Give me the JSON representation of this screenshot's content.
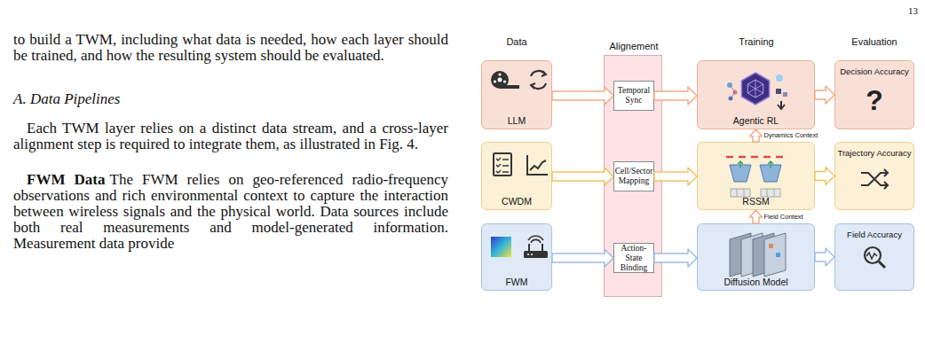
{
  "diagram": {
    "nodes": [
      {
        "text": [
          "LLM"
        ]
      },
      {
        "text": [
          "CWDM"
        ]
      },
      {
        "text": [
          "FWM"
        ]
      },
      {
        "text": [
          "Alignement"
        ]
      },
      {
        "text": [
          "Temporal Sync"
        ],
        "in": 3
      },
      {
        "text": [
          "Cell/Sector Mapping"
        ],
        "in": 3
      },
      {
        "text": [
          "Action-State Binding"
        ],
        "in": 3
      },
      {
        "text": [
          "Agentic RL"
        ]
      },
      {
        "text": [
          "RSSM"
        ]
      },
      {
        "text": [
          "Diffusion Model"
        ]
      },
      {
        "text": [
          "Decision Accuracy",
          "?"
        ]
      },
      {
        "text": [
          "Trajectory Accuracy"
        ]
      },
      {
        "text": [
          "Field Accuracy"
        ]
      }
    ],
    "edges": [
      {
        "from": 0,
        "to": 4,
        "arrow": "to"
      },
      {
        "from": 1,
        "to": 5,
        "arrow": "to"
      },
      {
        "from": 2,
        "to": 6,
        "arrow": "to"
      },
      {
        "from": 4,
        "to": 7,
        "arrow": "to"
      },
      {
        "from": 5,
        "to": 8,
        "arrow": "to"
      },
      {
        "from": 6,
        "to": 9,
        "arrow": "to"
      },
      {
        "from": 9,
        "to": 8,
        "label": "Field Context",
        "arrow": "to"
      },
      {
        "from": 8,
        "to": 7,
        "label": "Dynamics Context",
        "arrow": "to"
      },
      {
        "from": 7,
        "to": 10,
        "arrow": "to"
      },
      {
        "from": 8,
        "to": 11,
        "arrow": "to"
      },
      {
        "from": 9,
        "to": 12,
        "arrow": "to"
      }
    ],
    "labels": [
      "13",
      "to build a TWM, including what data is needed, how each layer should be trained, and how the resulting system should be evaluated.",
      "A. Data Pipelines",
      "Each TWM layer relies on a distinct data stream, and a cross-layer alignment step is required to integrate them, as illustrated in Fig. 4.",
      "FWM Data",
      "The FWM relies on geo-referenced radio-frequency observations and rich environmental context to capture the interaction between wireless signals and the physical world. Data sources include both real measurements and model-generated information. Measurement data provide",
      "Data",
      "Training",
      "Evaluation"
    ]
  }
}
